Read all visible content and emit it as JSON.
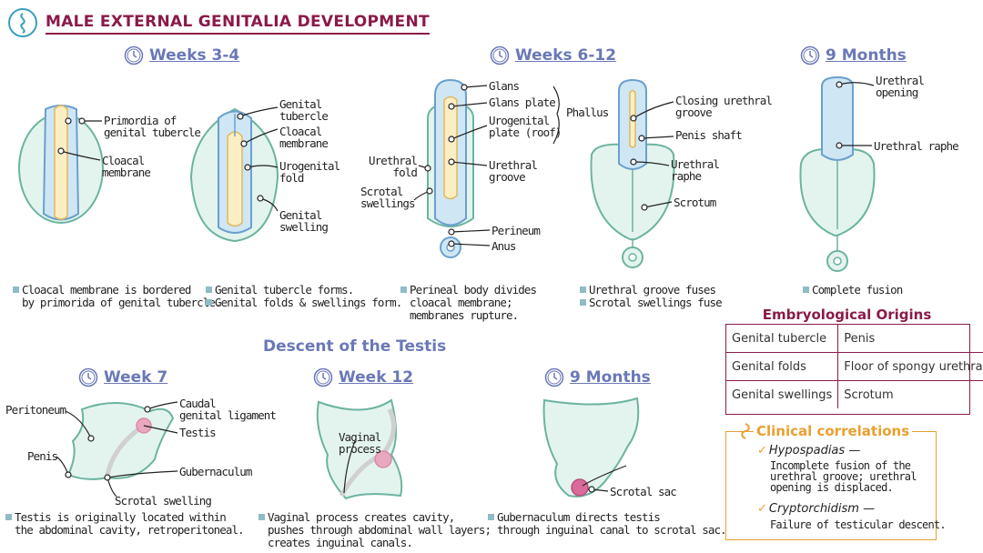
{
  "title": "MALE EXTERNAL GENITALIA DEVELOPMENT",
  "stages": {
    "weeks34": "Weeks 3-4",
    "weeks612": "Weeks 6-12",
    "months9": "9 Months"
  },
  "labels": {
    "primordia": [
      "Primordia of",
      "genital tubercle"
    ],
    "cloacal1": [
      "Cloacal",
      "membrane"
    ],
    "genital_tubercle": [
      "Genital",
      "tubercle"
    ],
    "cloacal2": [
      "Cloacal",
      "membrane"
    ],
    "urogenital_fold": [
      "Urogenital",
      "fold"
    ],
    "genital_swelling": [
      "Genital",
      "swelling"
    ],
    "glans": "Glans",
    "glans_plate": "Glans plate",
    "urogenital_plate": [
      "Urogenital",
      "plate (roof)"
    ],
    "phallus": "Phallus",
    "urethral_fold": [
      "Urethral",
      "fold"
    ],
    "urethral_groove": [
      "Urethral",
      "groove"
    ],
    "scrotal_swellings": [
      "Scrotal",
      "swellings"
    ],
    "perineum": "Perineum",
    "anus": "Anus",
    "closing_groove": [
      "Closing urethral",
      "groove"
    ],
    "penis_shaft": "Penis shaft",
    "urethral_raphe1": [
      "Urethral",
      "raphe"
    ],
    "scrotum": "Scrotum",
    "urethral_opening": [
      "Urethral",
      "opening"
    ],
    "urethral_raphe2": "Urethral raphe"
  },
  "notes": {
    "n1": [
      "Cloacal membrane is bordered",
      "by primorida of genital tubercle."
    ],
    "n2": [
      "Genital tubercle forms.",
      "Genital folds & swellings form."
    ],
    "n3": [
      "Perineal body divides",
      "cloacal membrane;",
      "membranes rupture."
    ],
    "n4": [
      "Urethral groove fuses",
      "Scrotal swellings fuse"
    ],
    "n5": [
      "Complete fusion"
    ]
  },
  "descent": {
    "title": "Descent of the Testis",
    "week7": "Week 7",
    "week12": "Week 12",
    "months9": "9 Months",
    "labels": {
      "peritoneum": "Peritoneum",
      "caudal": [
        "Caudal",
        "genital ligament"
      ],
      "testis": "Testis",
      "penis": "Penis",
      "gubernaculum": "Gubernaculum",
      "scrotal_swelling": "Scrotal swelling",
      "vaginal": [
        "Vaginal",
        "process"
      ],
      "scrotal_sac": "Scrotal sac"
    },
    "notes": {
      "d1": [
        "Testis is originally located within",
        "the abdominal cavity, retroperitoneal."
      ],
      "d2": [
        "Vaginal process creates cavity,",
        "pushes through abdominal wall layers;",
        "creates inguinal canals."
      ],
      "d3": [
        "Gubernaculum directs testis",
        "through inguinal canal to scrotal sac."
      ]
    }
  },
  "origins": {
    "title": "Embryological Origins",
    "rows": [
      {
        "from": "Genital tubercle",
        "to": "Penis"
      },
      {
        "from": "Genital folds",
        "to": "Floor of spongy urethra"
      },
      {
        "from": "Genital swellings",
        "to": "Scrotum"
      }
    ]
  },
  "clinical": {
    "title": "Clinical correlations",
    "items": [
      {
        "term": "Hypospadias",
        "dash": " —",
        "desc": [
          "Incomplete fusion of the",
          "urethral groove; urethral",
          "opening is displaced."
        ]
      },
      {
        "term": "Cryptorchidism",
        "dash": " —",
        "desc": [
          "Failure of testicular descent."
        ]
      }
    ]
  },
  "colors": {
    "teal_light": "#e3f4ee",
    "teal_stroke": "#6cb3a0",
    "blue_light": "#cfe6f5",
    "blue_stroke": "#6aa0cc",
    "yellow": "#fbeec2",
    "accent_title": "#8a1a4a",
    "stage_blue": "#6a78b8",
    "clinical_orange": "#e8a030",
    "testis_pink": "#d98aa8"
  }
}
